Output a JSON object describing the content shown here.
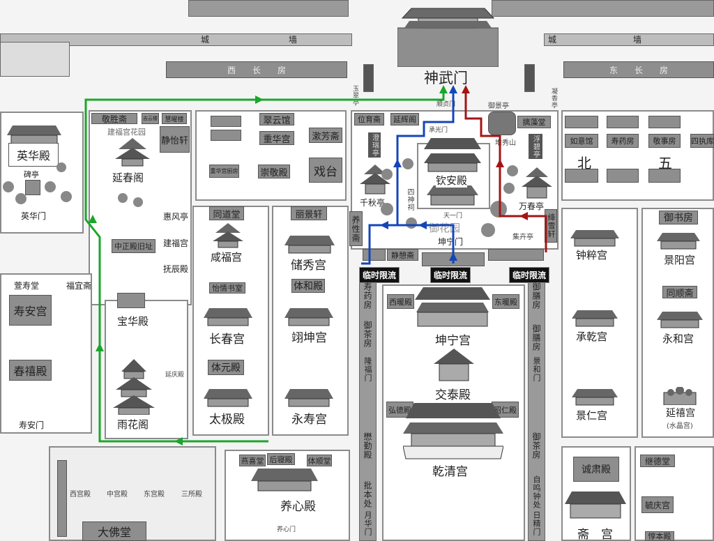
{
  "walls": {
    "cheng": "城",
    "qiang": "墙",
    "xichangfang": "西　　长　　房",
    "dongchangfang": "东　　长　　房"
  },
  "gate": {
    "shenwumen": "神武门",
    "shunzhenmen": "顺贞门",
    "chengguangmen": "承光门"
  },
  "restrictions": {
    "west": "临时限流",
    "center": "临时限流",
    "east": "临时限流"
  },
  "places": {
    "yinghuadian": "英华殿",
    "beiting": "碑亭",
    "yinghuamen": "英华门",
    "jingshengzhai": "敬胜斋",
    "jiyunlou": "吉云楼",
    "huiyaolou": "慧曜楼",
    "jianfugonghuayuan": "建福宫花园",
    "jingyixuan": "静怡轩",
    "yanchunge": "延春阁",
    "cuiyunguan": "翠云馆",
    "chonghuagong": "重华宫",
    "jifangzhai": "漱芳斋",
    "chongjingdian": "崇敬殿",
    "chonghuachufang": "重华宫厨房",
    "xitai": "戏台",
    "huifengting": "惠风亭",
    "jianfugong": "建福宫",
    "fuchendian": "抚辰殿",
    "zhongzhengdian": "中正殿旧址",
    "tongdaotang": "同道堂",
    "xianfugong": "咸福宫",
    "lijingxuan": "丽景轩",
    "chuxiugong": "储秀宫",
    "yangxingzhai": "养性斋",
    "baohuadian": "宝华殿",
    "yuhuage": "雨花阁",
    "xuanshoutang": "萱寿堂",
    "fuyizhai": "福宜斋",
    "shouangong": "寿安宫",
    "chunxidian": "春禧殿",
    "shouanmen": "寿安门",
    "yiqingshushi": "怡情书室",
    "changchungong": "长春宫",
    "tiyuandian": "体元殿",
    "taijidian": "太极殿",
    "tihedian": "体和殿",
    "yikungong": "翊坤宫",
    "yongshougong": "永寿宫",
    "yanqingdian": "延庆殿",
    "xigongdian": "西宫殿",
    "zhonggongdian": "中宫殿",
    "donggongdian": "东宫殿",
    "sansuodian": "三所殿",
    "dafotang": "大佛堂",
    "yanxitang": "燕喜堂",
    "houqindian": "后寝殿",
    "tishuntang": "体顺堂",
    "yangxindian": "养心殿",
    "yangxinmen": "养心门",
    "weiyuzhai": "位育斋",
    "yanhuige": "延辉阁",
    "chengruiting": "澄瑞亭",
    "qianqiuting": "千秋亭",
    "sishenci": "四神祠",
    "qinandian": "钦安殿",
    "tianyimen": "天一门",
    "yuhuayuan": "御花园",
    "kunningmen": "坤宁门",
    "duixiushan": "堆秀山",
    "yujingting": "御景亭",
    "chizaotang": "摛藻堂",
    "fubiting": "浮碧亭",
    "wanchunting": "万春亭",
    "jihuiting": "集卉亭",
    "jiangxuexuan": "绛雪轩",
    "jingqizhai": "静憩斋",
    "yucuiting": "玉翠亭",
    "ningxiangting": "凝香亭",
    "shouyaofang_w": "寿药房",
    "yuchafang_w": "御茶房",
    "longfumen": "隆福门",
    "maoqindian": "懋勤殿",
    "pibenchu": "批本处",
    "yuehuamen": "月华门",
    "xinuandian": "西暖殿",
    "dongnuandian": "东暖殿",
    "kunninggong": "坤宁宫",
    "jiaotaidian": "交泰殿",
    "hongdedian": "弘德殿",
    "zhaorendian": "昭仁殿",
    "qianqinggong": "乾清宫",
    "yushanfang1": "御膳房",
    "yushanfang2": "御膳房",
    "jinghemen": "景和门",
    "yuchafang_e": "御茶房",
    "zimingzhongchu": "自鸣钟处",
    "rijingmen": "日精门",
    "ruyiguan": "如意馆",
    "shouyaofang_e": "寿药房",
    "jingshifang": "敬事房",
    "sizhiku": "四执库",
    "bei": "北",
    "wu": "五",
    "yushufang": "御书房",
    "zhongcuigong": "钟粹宫",
    "jingyanggong": "景阳宫",
    "tongshunzhai": "同顺斋",
    "chengqiangong": "承乾宫",
    "yonghegong": "永和宫",
    "jingrengong": "景仁宫",
    "yanxigong": "延禧宫",
    "shuijinggong": "(水晶宫)",
    "chengsudian": "诚肃殿",
    "zhaigong": "斋　宫",
    "jidetang": "继德堂",
    "yuqinggong": "毓庆宫",
    "dunbendian": "惇本殿"
  },
  "routes": {
    "green": "#1aa62a",
    "blue": "#1346b8",
    "red": "#a31515"
  }
}
